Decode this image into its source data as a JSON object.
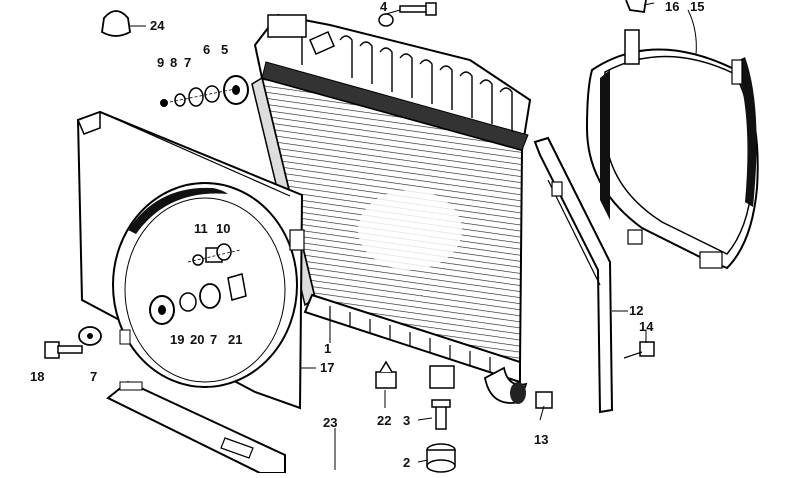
{
  "diagram": {
    "callouts": {
      "c1": "1",
      "c2": "2",
      "c3": "3",
      "c4": "4",
      "c5": "5",
      "c6": "6",
      "c7a": "7",
      "c7b": "7",
      "c7c": "7",
      "c8": "8",
      "c9": "9",
      "c10": "10",
      "c11": "11",
      "c12": "12",
      "c13": "13",
      "c14": "14",
      "c15": "15",
      "c16": "16",
      "c17": "17",
      "c18": "18",
      "c19": "19",
      "c20": "20",
      "c21": "21",
      "c22": "22",
      "c23": "23",
      "c24": "24"
    }
  }
}
